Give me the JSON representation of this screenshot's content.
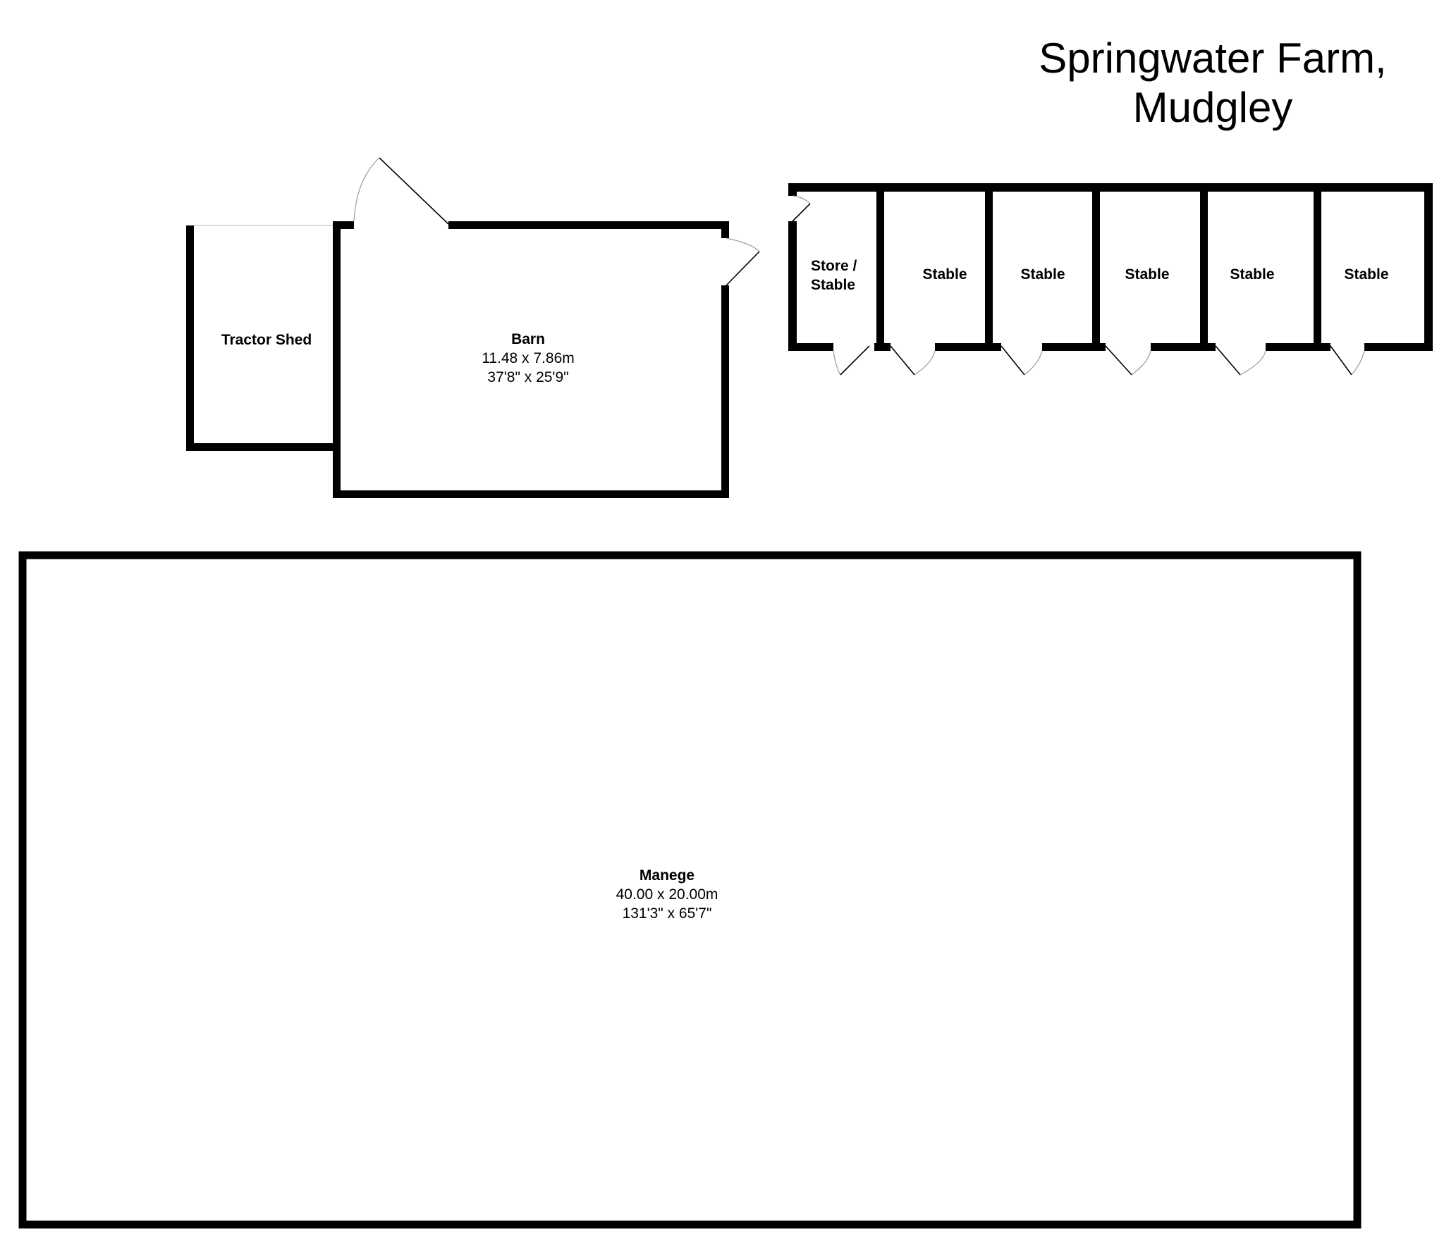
{
  "title": {
    "line1": "Springwater Farm,",
    "line2": "Mudgley"
  },
  "rooms": {
    "tractor_shed": {
      "name": "Tractor Shed"
    },
    "barn": {
      "name": "Barn",
      "metric": "11.48 x 7.86m",
      "imperial": "37'8\" x 25'9\""
    },
    "store_stable": {
      "name_line1": "Store /",
      "name_line2": "Stable"
    },
    "stables": [
      {
        "name": "Stable"
      },
      {
        "name": "Stable"
      },
      {
        "name": "Stable"
      },
      {
        "name": "Stable"
      },
      {
        "name": "Stable"
      }
    ],
    "manege": {
      "name": "Manege",
      "metric": "40.00 x 20.00m",
      "imperial": "131'3\" x 65'7\""
    }
  },
  "colors": {
    "wall": "#000000",
    "background": "#ffffff",
    "door_arc": "#9a9a9a",
    "door_leaf": "#000000"
  }
}
